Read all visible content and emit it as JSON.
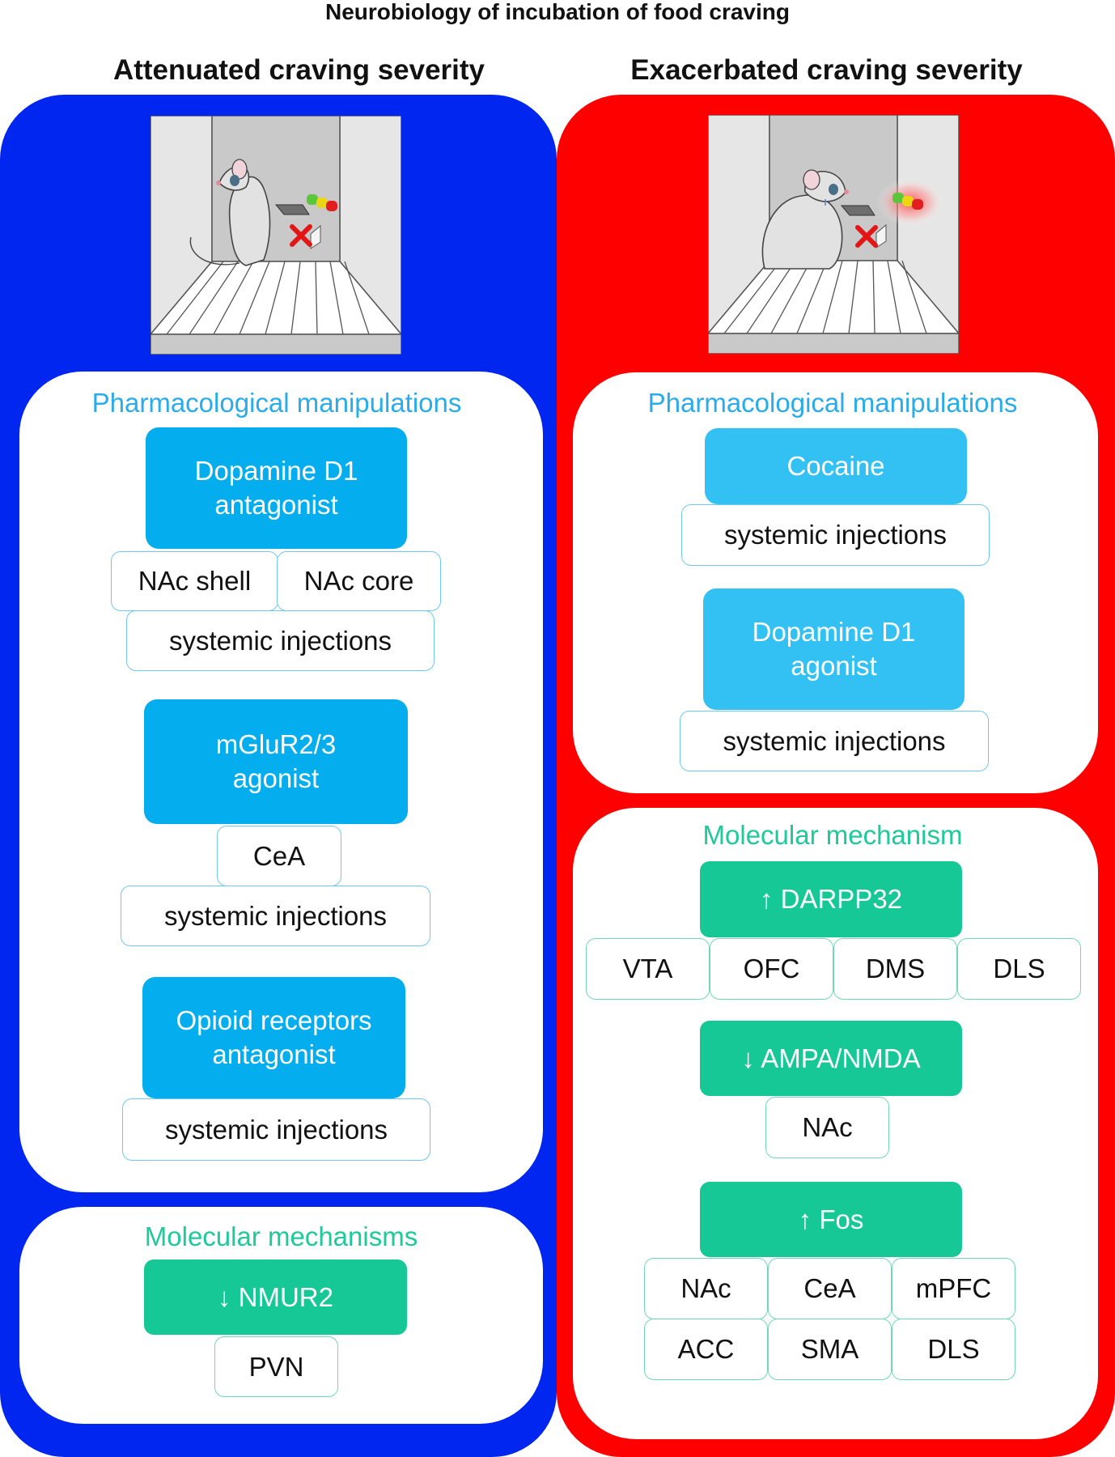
{
  "title": "Neurobiology of incubation of food craving",
  "colors": {
    "attenuated": "#0026f0",
    "exacerbated": "#ff0000",
    "pharm_text": "#29ace9",
    "molec_text": "#1ec99a",
    "drug_box": "#03adee",
    "mol_box": "#17c897"
  },
  "left": {
    "heading": "Attenuated craving severity",
    "pharm_title": "Pharmacological manipulations",
    "drugs": [
      {
        "name": "Dopamine D1 antagonist",
        "sites": [
          "NAc shell",
          "NAc core"
        ],
        "route": "systemic injections"
      },
      {
        "name": "mGluR2/3 agonist",
        "sites": [
          "CeA"
        ],
        "route": "systemic injections"
      },
      {
        "name": "Opioid receptors antagonist",
        "route": "systemic injections"
      }
    ],
    "molec_title": "Molecular mechanisms",
    "molecules": [
      {
        "name": "↓ NMUR2",
        "sites": [
          "PVN"
        ]
      }
    ]
  },
  "right": {
    "heading": "Exacerbated craving severity",
    "pharm_title": "Pharmacological manipulations",
    "drugs": [
      {
        "name": "Cocaine",
        "route": "systemic injections"
      },
      {
        "name": "Dopamine D1 agonist",
        "route": "systemic injections"
      }
    ],
    "molec_title": "Molecular mechanism",
    "molecules": [
      {
        "name": "↑ DARPP32",
        "sites": [
          "VTA",
          "OFC",
          "DMS",
          "DLS"
        ]
      },
      {
        "name": "↓ AMPA/NMDA",
        "sites": [
          "NAc"
        ]
      },
      {
        "name": "↑ Fos",
        "sites": [
          "NAc",
          "CeA",
          "mPFC",
          "ACC",
          "SMA",
          "DLS"
        ]
      }
    ]
  },
  "icons": [
    "operant-chamber-icon",
    "rat-icon",
    "cue-light-icon",
    "lever-icon",
    "cross-mark-icon"
  ]
}
